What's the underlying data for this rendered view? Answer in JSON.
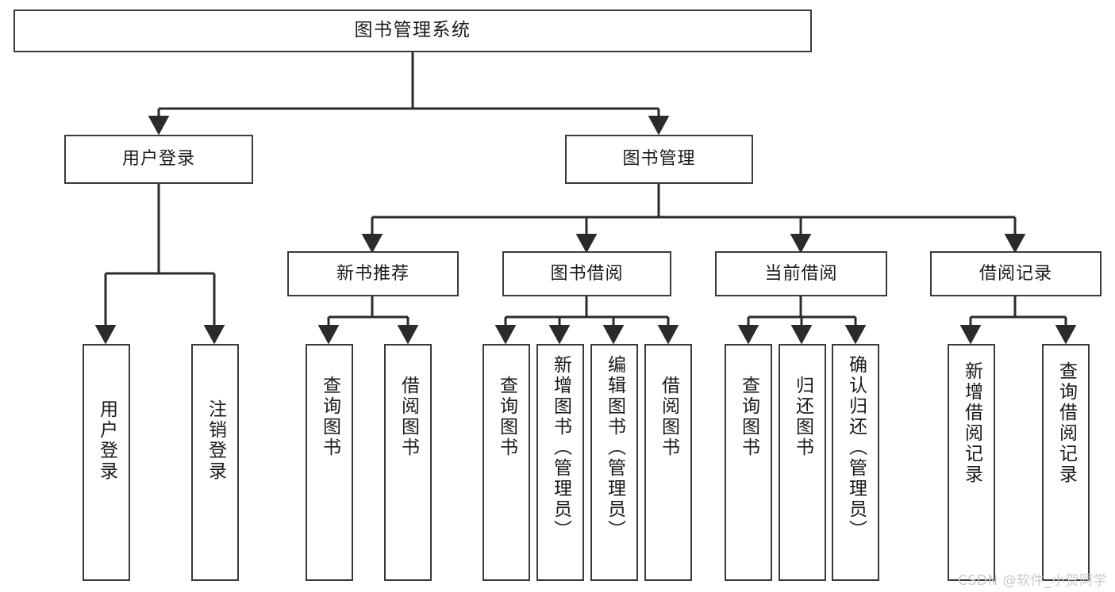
{
  "diagram": {
    "title": "图书管理系统",
    "type": "tree-hierarchy",
    "watermark": "CSDN @软件_小贺同学",
    "colors": {
      "background": "#ffffff",
      "box_border": "#3a3a3a",
      "edge": "#2b2b2b",
      "text": "#1a1a1a",
      "watermark": "#c9c9c9"
    }
  },
  "nodes": {
    "root": {
      "label": "图书管理系统",
      "level": 1
    },
    "n_user_login": {
      "label": "用户登录",
      "level": 2
    },
    "n_book_mgmt": {
      "label": "图书管理",
      "level": 2
    },
    "n_new_book_rec": {
      "label": "新书推荐",
      "level": 3
    },
    "n_book_borrow": {
      "label": "图书借阅",
      "level": 3
    },
    "n_current_borrow": {
      "label": "当前借阅",
      "level": 3
    },
    "n_borrow_record": {
      "label": "借阅记录",
      "level": 3
    },
    "leaf_user_login": {
      "label": "用户登录",
      "level": 4
    },
    "leaf_logout": {
      "label": "注销登录",
      "level": 4
    },
    "leaf_query_book_1": {
      "label": "查询图书",
      "level": 4
    },
    "leaf_borrow_book_1": {
      "label": "借阅图书",
      "level": 4
    },
    "leaf_query_book_2": {
      "label": "查询图书",
      "level": 4
    },
    "leaf_add_book": {
      "label": "新增图书（管理员）",
      "level": 4
    },
    "leaf_edit_book": {
      "label": "编辑图书（管理员）",
      "level": 4
    },
    "leaf_borrow_book_2": {
      "label": "借阅图书",
      "level": 4
    },
    "leaf_query_book_3": {
      "label": "查询图书",
      "level": 4
    },
    "leaf_return_book": {
      "label": "归还图书",
      "level": 4
    },
    "leaf_confirm_return": {
      "label": "确认归还（管理员）",
      "level": 4
    },
    "leaf_add_record": {
      "label": "新增借阅记录",
      "level": 4
    },
    "leaf_query_record": {
      "label": "查询借阅记录",
      "level": 4
    }
  },
  "edges": [
    {
      "from": "root",
      "to": "n_user_login"
    },
    {
      "from": "root",
      "to": "n_book_mgmt"
    },
    {
      "from": "n_user_login",
      "to": "leaf_user_login"
    },
    {
      "from": "n_user_login",
      "to": "leaf_logout"
    },
    {
      "from": "n_book_mgmt",
      "to": "n_new_book_rec"
    },
    {
      "from": "n_book_mgmt",
      "to": "n_book_borrow"
    },
    {
      "from": "n_book_mgmt",
      "to": "n_current_borrow"
    },
    {
      "from": "n_book_mgmt",
      "to": "n_borrow_record"
    },
    {
      "from": "n_new_book_rec",
      "to": "leaf_query_book_1"
    },
    {
      "from": "n_new_book_rec",
      "to": "leaf_borrow_book_1"
    },
    {
      "from": "n_book_borrow",
      "to": "leaf_query_book_2"
    },
    {
      "from": "n_book_borrow",
      "to": "leaf_add_book"
    },
    {
      "from": "n_book_borrow",
      "to": "leaf_edit_book"
    },
    {
      "from": "n_book_borrow",
      "to": "leaf_borrow_book_2"
    },
    {
      "from": "n_current_borrow",
      "to": "leaf_query_book_3"
    },
    {
      "from": "n_current_borrow",
      "to": "leaf_return_book"
    },
    {
      "from": "n_current_borrow",
      "to": "leaf_confirm_return"
    },
    {
      "from": "n_borrow_record",
      "to": "leaf_add_record"
    },
    {
      "from": "n_borrow_record",
      "to": "leaf_query_record"
    }
  ]
}
